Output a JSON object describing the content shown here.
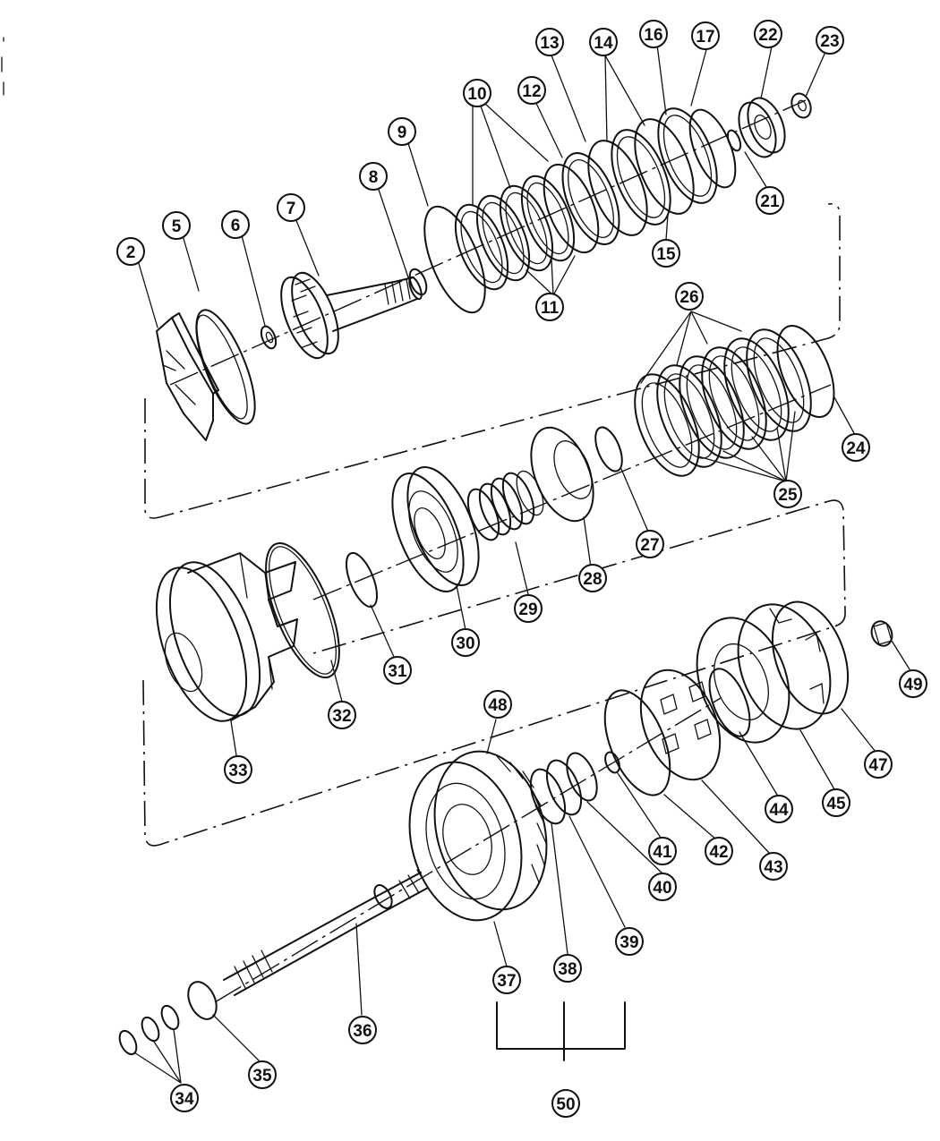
{
  "diagram": {
    "part_labels": [
      "2",
      "5",
      "6",
      "7",
      "8",
      "9",
      "10",
      "11",
      "12",
      "13",
      "14",
      "15",
      "16",
      "17",
      "21",
      "22",
      "23",
      "24",
      "25",
      "26",
      "27",
      "28",
      "29",
      "30",
      "31",
      "32",
      "33",
      "34",
      "35",
      "36",
      "37",
      "38",
      "39",
      "40",
      "41",
      "42",
      "43",
      "44",
      "45",
      "47",
      "48",
      "49",
      "50"
    ]
  }
}
